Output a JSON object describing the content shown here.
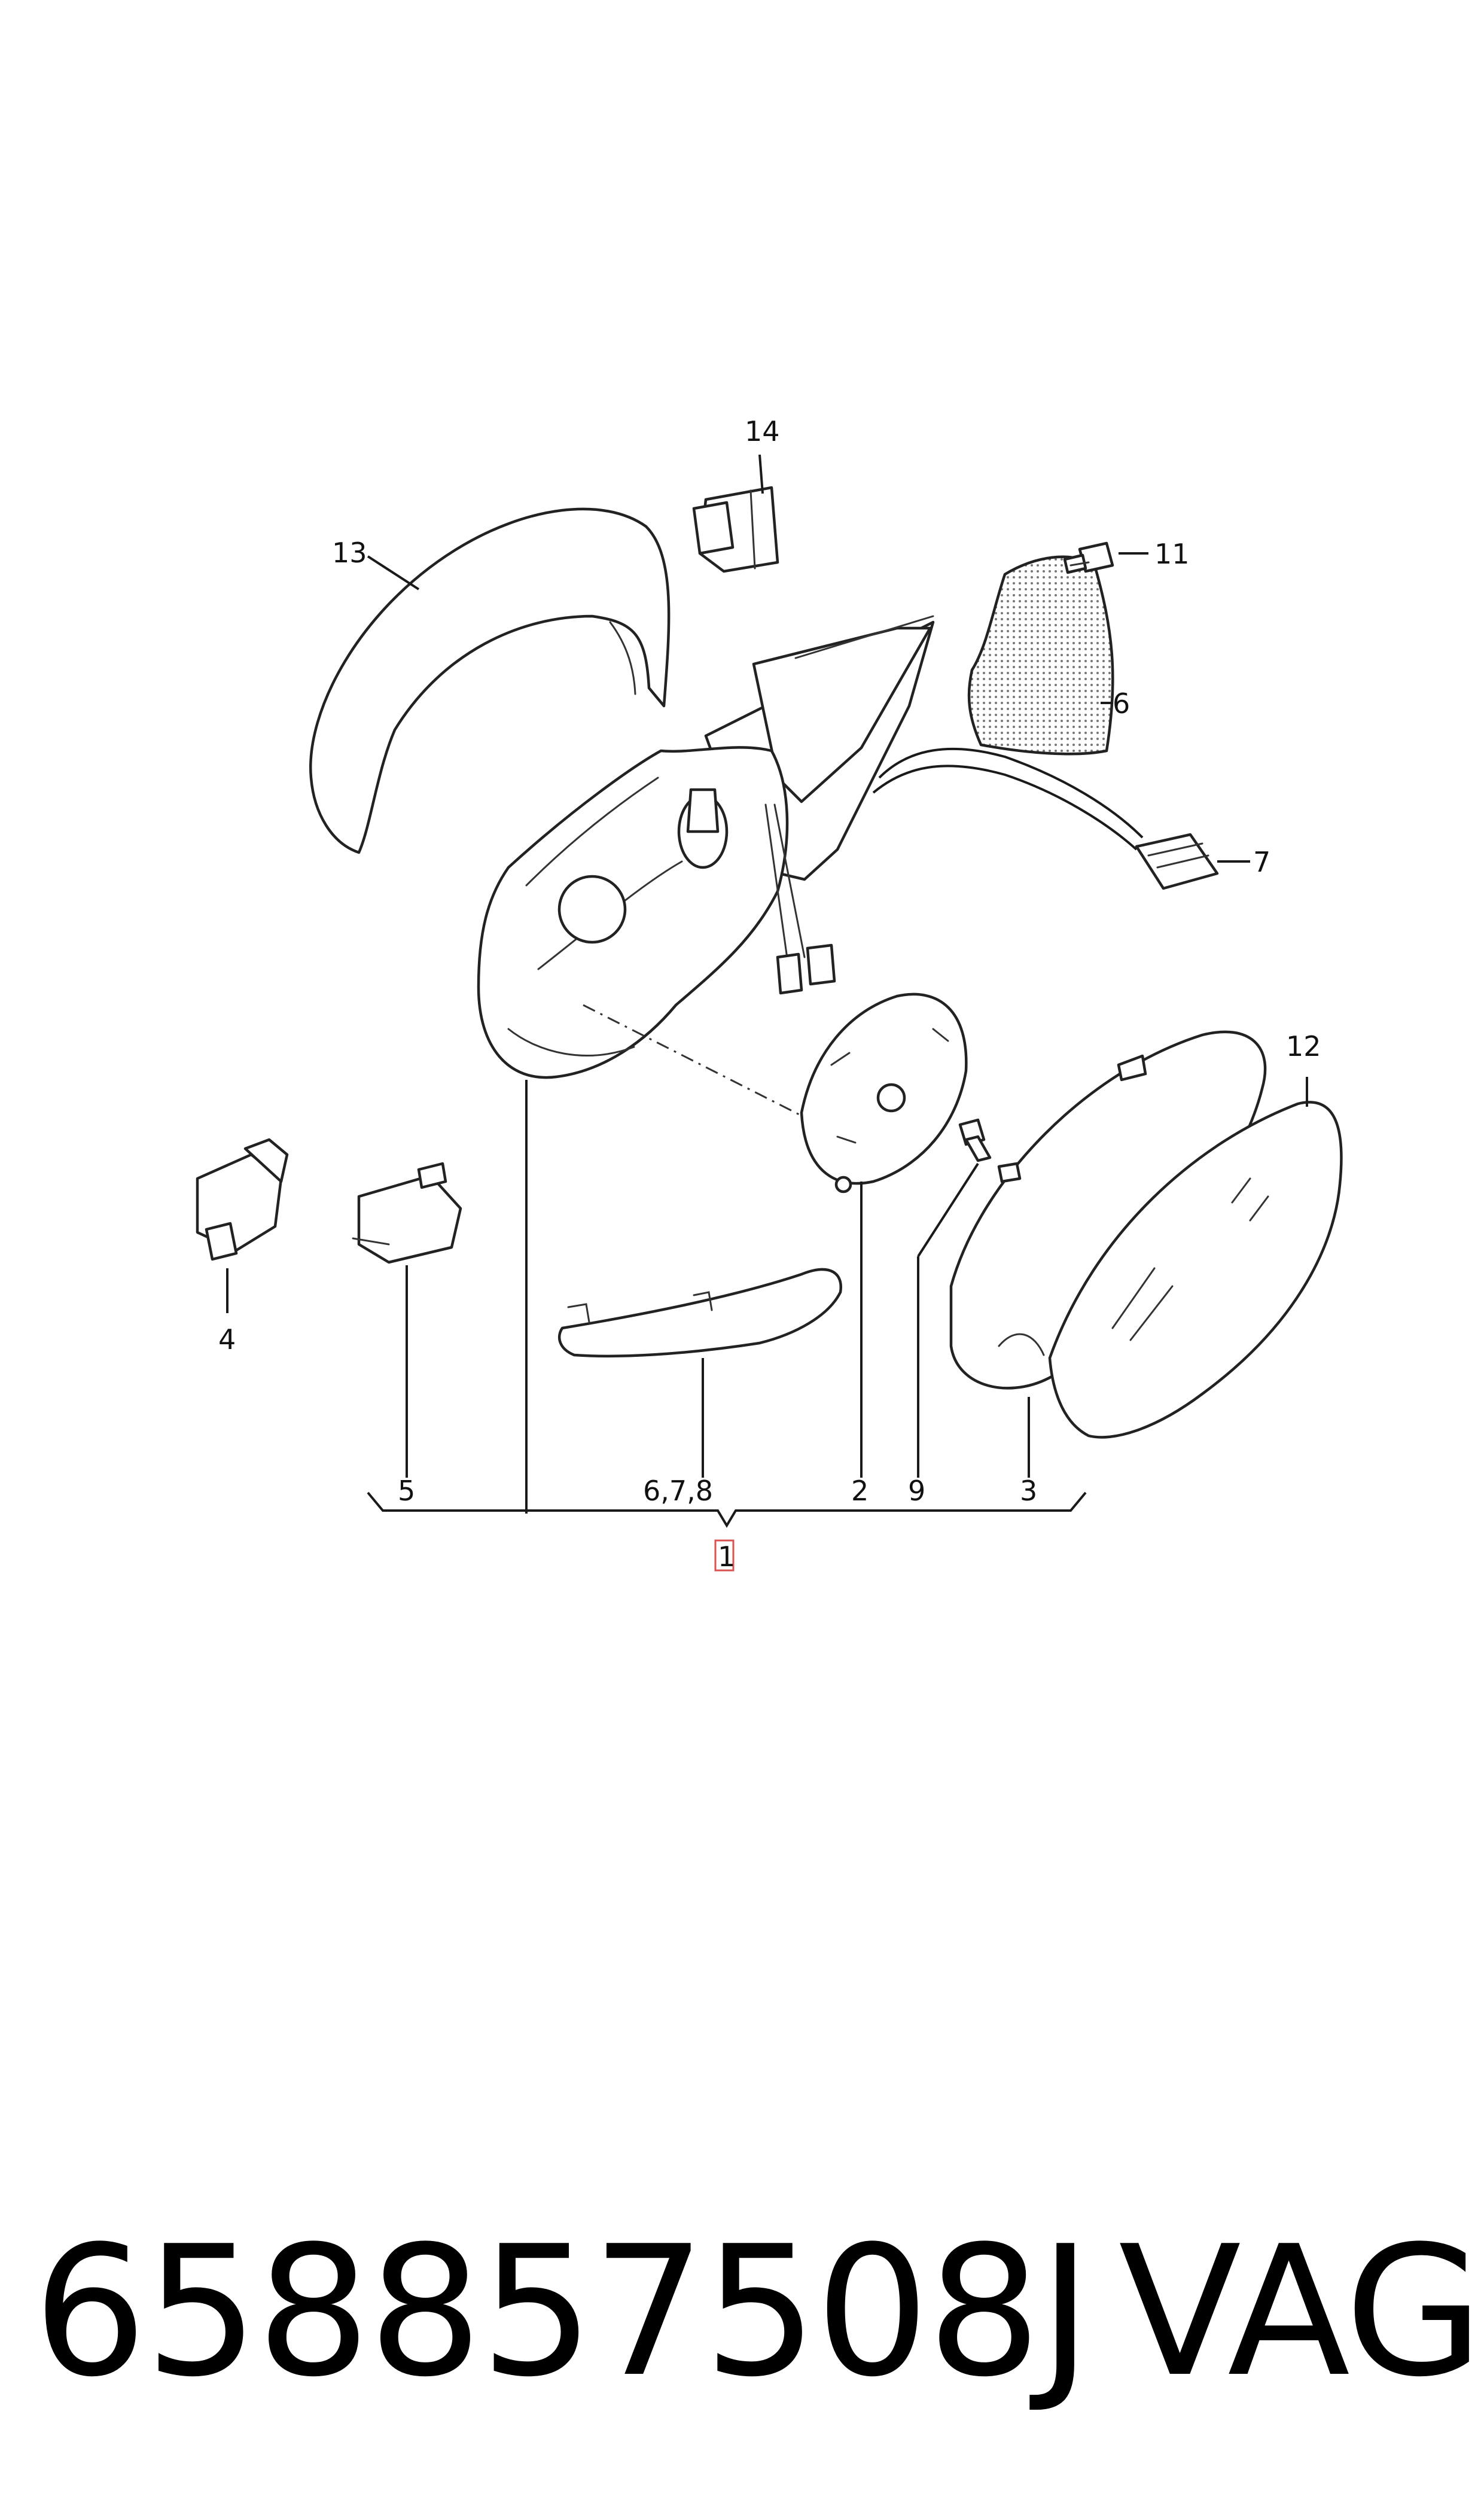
{
  "callouts": {
    "c1": "1",
    "c2": "2",
    "c3": "3",
    "c4": "4",
    "c5": "5",
    "c6": "6",
    "c7": "7",
    "c9": "9",
    "c11": "11",
    "c12": "12",
    "c13": "13",
    "c14": "14",
    "c678": "6,7,8"
  },
  "part_number": "658857508J",
  "brand": "VAG",
  "colors": {
    "line": "#1a1a1a",
    "highlight_box": "#d9534f",
    "dotted_fill": "#cfcfcf"
  }
}
